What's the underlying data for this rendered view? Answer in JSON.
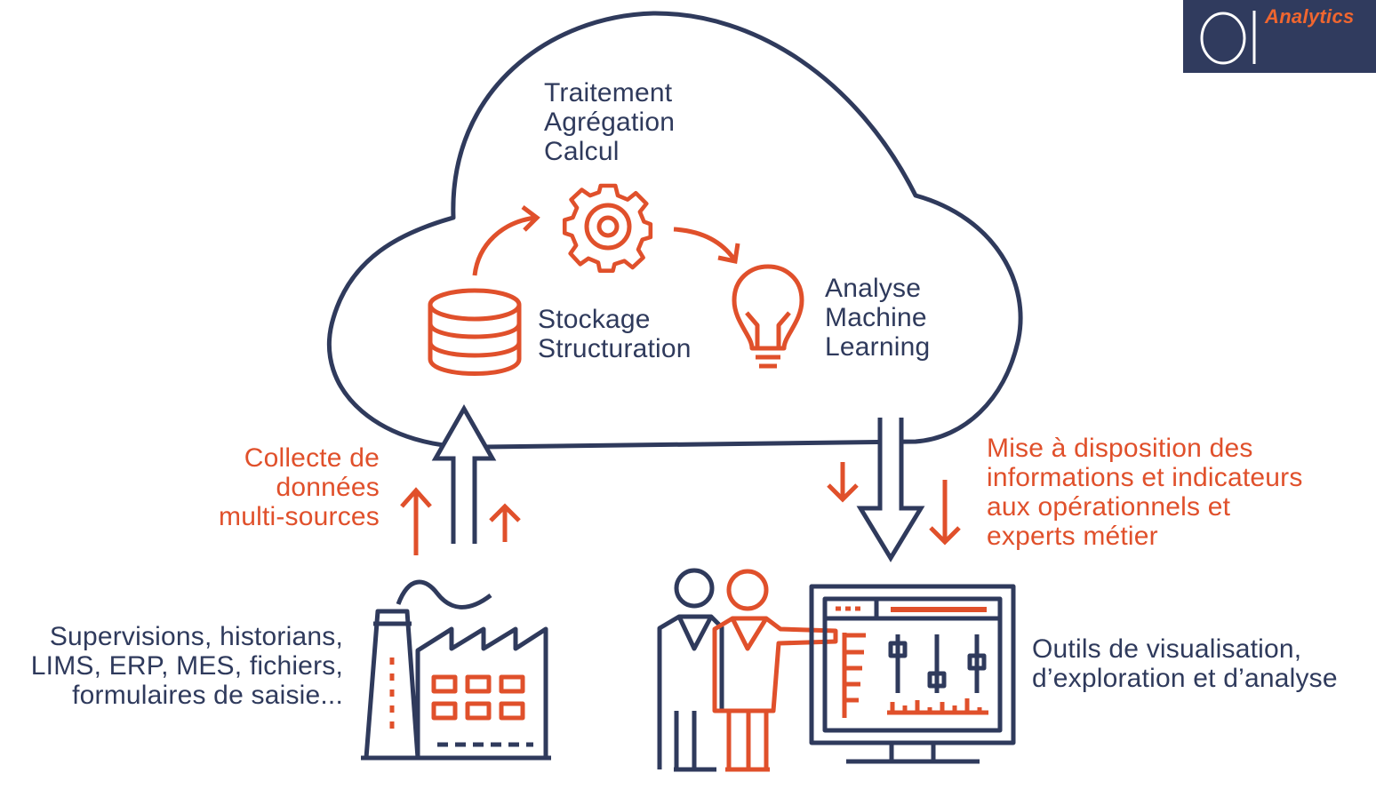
{
  "colors": {
    "navy": "#2f3a5c",
    "orange": "#e0502b",
    "logo_bg": "#303b5e",
    "logo_accent": "#f0662f"
  },
  "logo": {
    "brand": "Analytics"
  },
  "cloud": {
    "processing": [
      "Traitement",
      "Agrégation",
      "Calcul"
    ],
    "storage": [
      "Stockage",
      "Structuration"
    ],
    "analysis": [
      "Analyse",
      "Machine",
      "Learning"
    ]
  },
  "collect": {
    "lines": [
      "Collecte de",
      "données",
      "multi-sources"
    ]
  },
  "provide": {
    "lines": [
      "Mise à disposition des",
      "informations et indicateurs",
      "aux opérationnels et",
      "experts métier"
    ]
  },
  "sources": {
    "lines": [
      "Supervisions, historians,",
      "LIMS, ERP, MES, fichiers,",
      "formulaires de saisie..."
    ]
  },
  "tools": {
    "lines": [
      "Outils de visualisation,",
      "d’exploration et d’analyse"
    ]
  },
  "icons": [
    "gear-icon",
    "database-icon",
    "lightbulb-icon",
    "factory-icon",
    "people-icon",
    "monitor-dashboard-icon",
    "cloud-icon",
    "arrow-up-icon",
    "arrow-down-icon"
  ]
}
